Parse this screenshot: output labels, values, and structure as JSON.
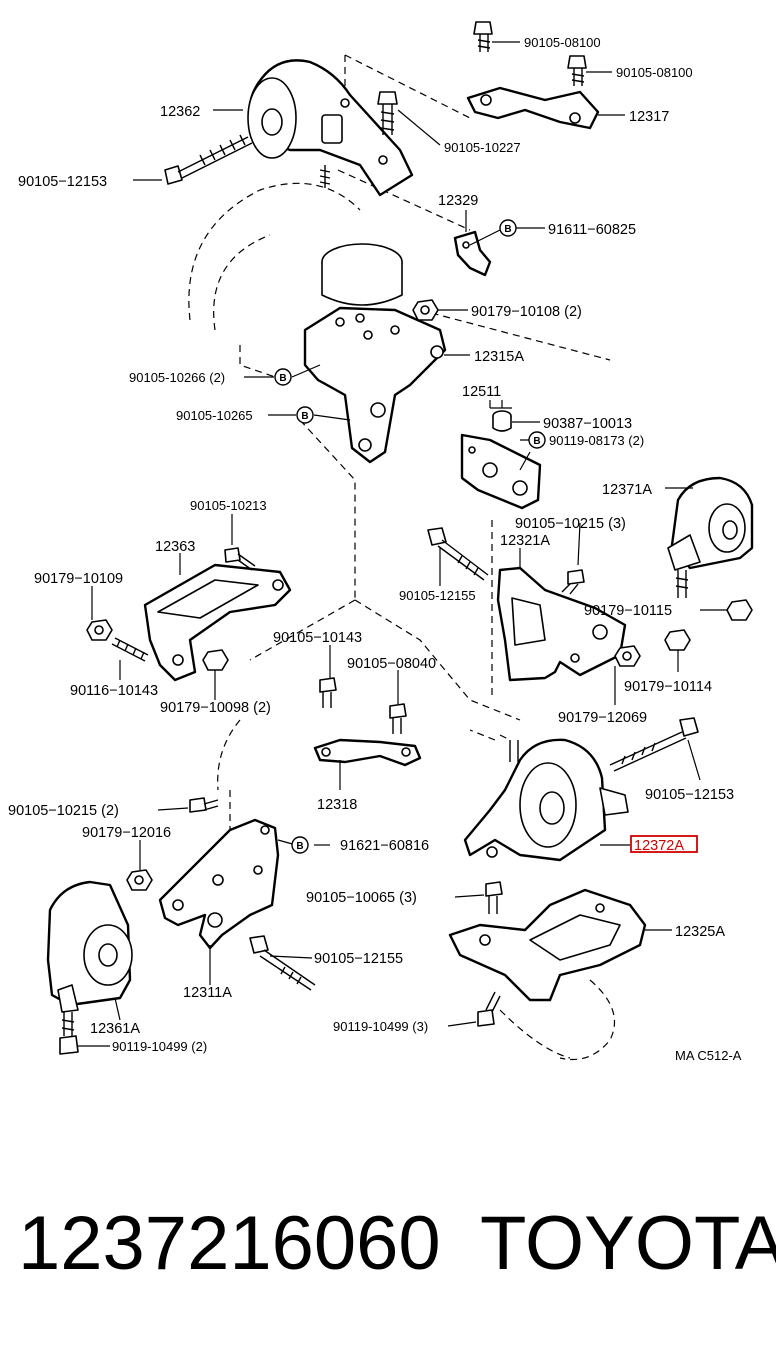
{
  "diagram": {
    "labels": {
      "l_12362": "12362",
      "l_90105_12153_a": "90105−12153",
      "l_90105_08100_a": "90105-08100",
      "l_90105_08100_b": "90105-08100",
      "l_12317": "12317",
      "l_90105_10227": "90105-10227",
      "l_12329": "12329",
      "l_91611_60825": "91611−60825",
      "l_90179_10108": "90179−10108 (2)",
      "l_90105_10266": "90105-10266 (2)",
      "l_12315A": "12315A",
      "l_90105_10265": "90105-10265",
      "l_12511": "12511",
      "l_90387_10013": "90387−10013",
      "l_90119_08173": "90119-08173 (2)",
      "l_12371A": "12371A",
      "l_90105_10213": "90105-10213",
      "l_90105_10215_3": "90105−10215 (3)",
      "l_12363": "12363",
      "l_12321A": "12321A",
      "l_90179_10109": "90179−10109",
      "l_90105_12155_a": "90105-12155",
      "l_90179_10115": "90179−10115",
      "l_90105_10143": "90105−10143",
      "l_90105_08040": "90105−08040",
      "l_90116_10143": "90116−10143",
      "l_90179_10098": "90179−10098 (2)",
      "l_90179_10114": "90179−10114",
      "l_90179_12069": "90179−12069",
      "l_12318": "12318",
      "l_90105_12153_b": "90105−12153",
      "l_90105_10215_2": "90105−10215 (2)",
      "l_90179_12016": "90179−12016",
      "l_91621_60816": "91621−60816",
      "l_12372A": "12372A",
      "l_90105_10065": "90105−10065 (3)",
      "l_12325A": "12325A",
      "l_90105_12155_b": "90105−12155",
      "l_12311A": "12311A",
      "l_12361A": "12361A",
      "l_90119_10499_3": "90119-10499 (3)",
      "l_90119_10499_2": "90119-10499 (2)",
      "l_ref": "MA C512-A"
    },
    "badge_letter": "B",
    "highlight_color": "#d10000"
  },
  "footer": {
    "part_number": "1237216060",
    "make": "TOYOTA"
  }
}
